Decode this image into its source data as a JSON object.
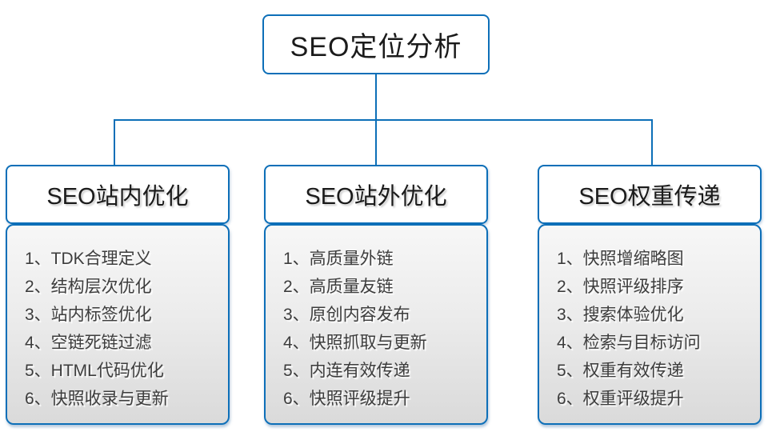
{
  "diagram": {
    "title": "SEO定位分析",
    "columns": [
      {
        "title": "SEO站内优化",
        "items": [
          "1、TDK合理定义",
          "2、结构层次优化",
          "3、站内标签优化",
          "4、空链死链过滤",
          "5、HTML代码优化",
          "6、快照收录与更新"
        ]
      },
      {
        "title": "SEO站外优化",
        "items": [
          "1、高质量外链",
          "2、高质量友链",
          "3、原创内容发布",
          "4、快照抓取与更新",
          "5、内连有效传递",
          "6、快照评级提升"
        ]
      },
      {
        "title": "SEO权重传递",
        "items": [
          "1、快照增缩略图",
          "2、快照评级排序",
          "3、搜索体验优化",
          "4、检索与目标访问",
          "5、权重有效传递",
          "6、权重评级提升"
        ]
      }
    ],
    "colors": {
      "accent_blue": "#0d6fb8",
      "panel_gradient_top": "#f7f7f7",
      "panel_gradient_bottom": "#dadada",
      "item_text": "#3d3d3d",
      "header_text": "#1b1b1b"
    }
  }
}
